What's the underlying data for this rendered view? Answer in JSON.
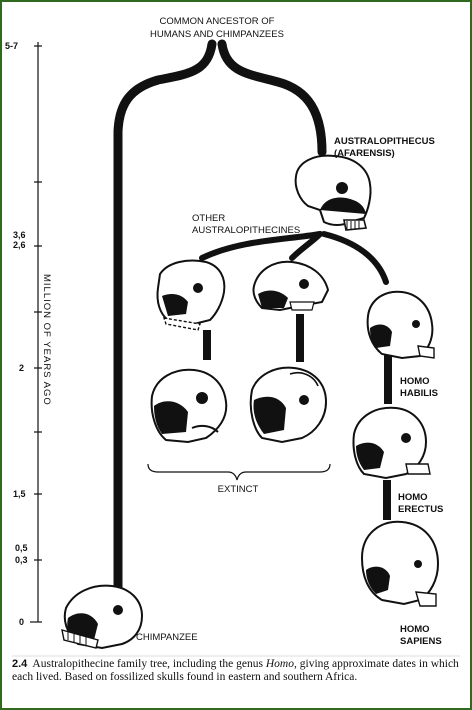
{
  "axis": {
    "label": "MILLION OF YEARS AGO",
    "ticks": [
      "5-7",
      "3,6",
      "2,6",
      "2",
      "1,5",
      "0,5",
      "0,3",
      "0"
    ]
  },
  "nodes": {
    "ancestor_line1": "COMMON ANCESTOR OF",
    "ancestor_line2": "HUMANS AND CHIMPANZEES",
    "afarensis_line1": "AUSTRALOPITHECUS",
    "afarensis_line2": "(AFARENSIS)",
    "other_line1": "OTHER",
    "other_line2": "AUSTRALOPITHECINES",
    "habilis_line1": "HOMO",
    "habilis_line2": "HABILIS",
    "erectus_line1": "HOMO",
    "erectus_line2": "ERECTUS",
    "sapiens_line1": "HOMO",
    "sapiens_line2": "SAPIENS",
    "chimpanzee": "CHIMPANZEE",
    "extinct": "EXTINCT"
  },
  "caption": {
    "number": "2.4",
    "text_before": "Australopithecine family tree, including the genus ",
    "genus": "Homo",
    "text_after": ", giving approximate dates in which each lived. Based on fossilized skulls found in eastern and southern Africa."
  },
  "colors": {
    "frame": "#2f6a1f",
    "ink": "#111111"
  }
}
